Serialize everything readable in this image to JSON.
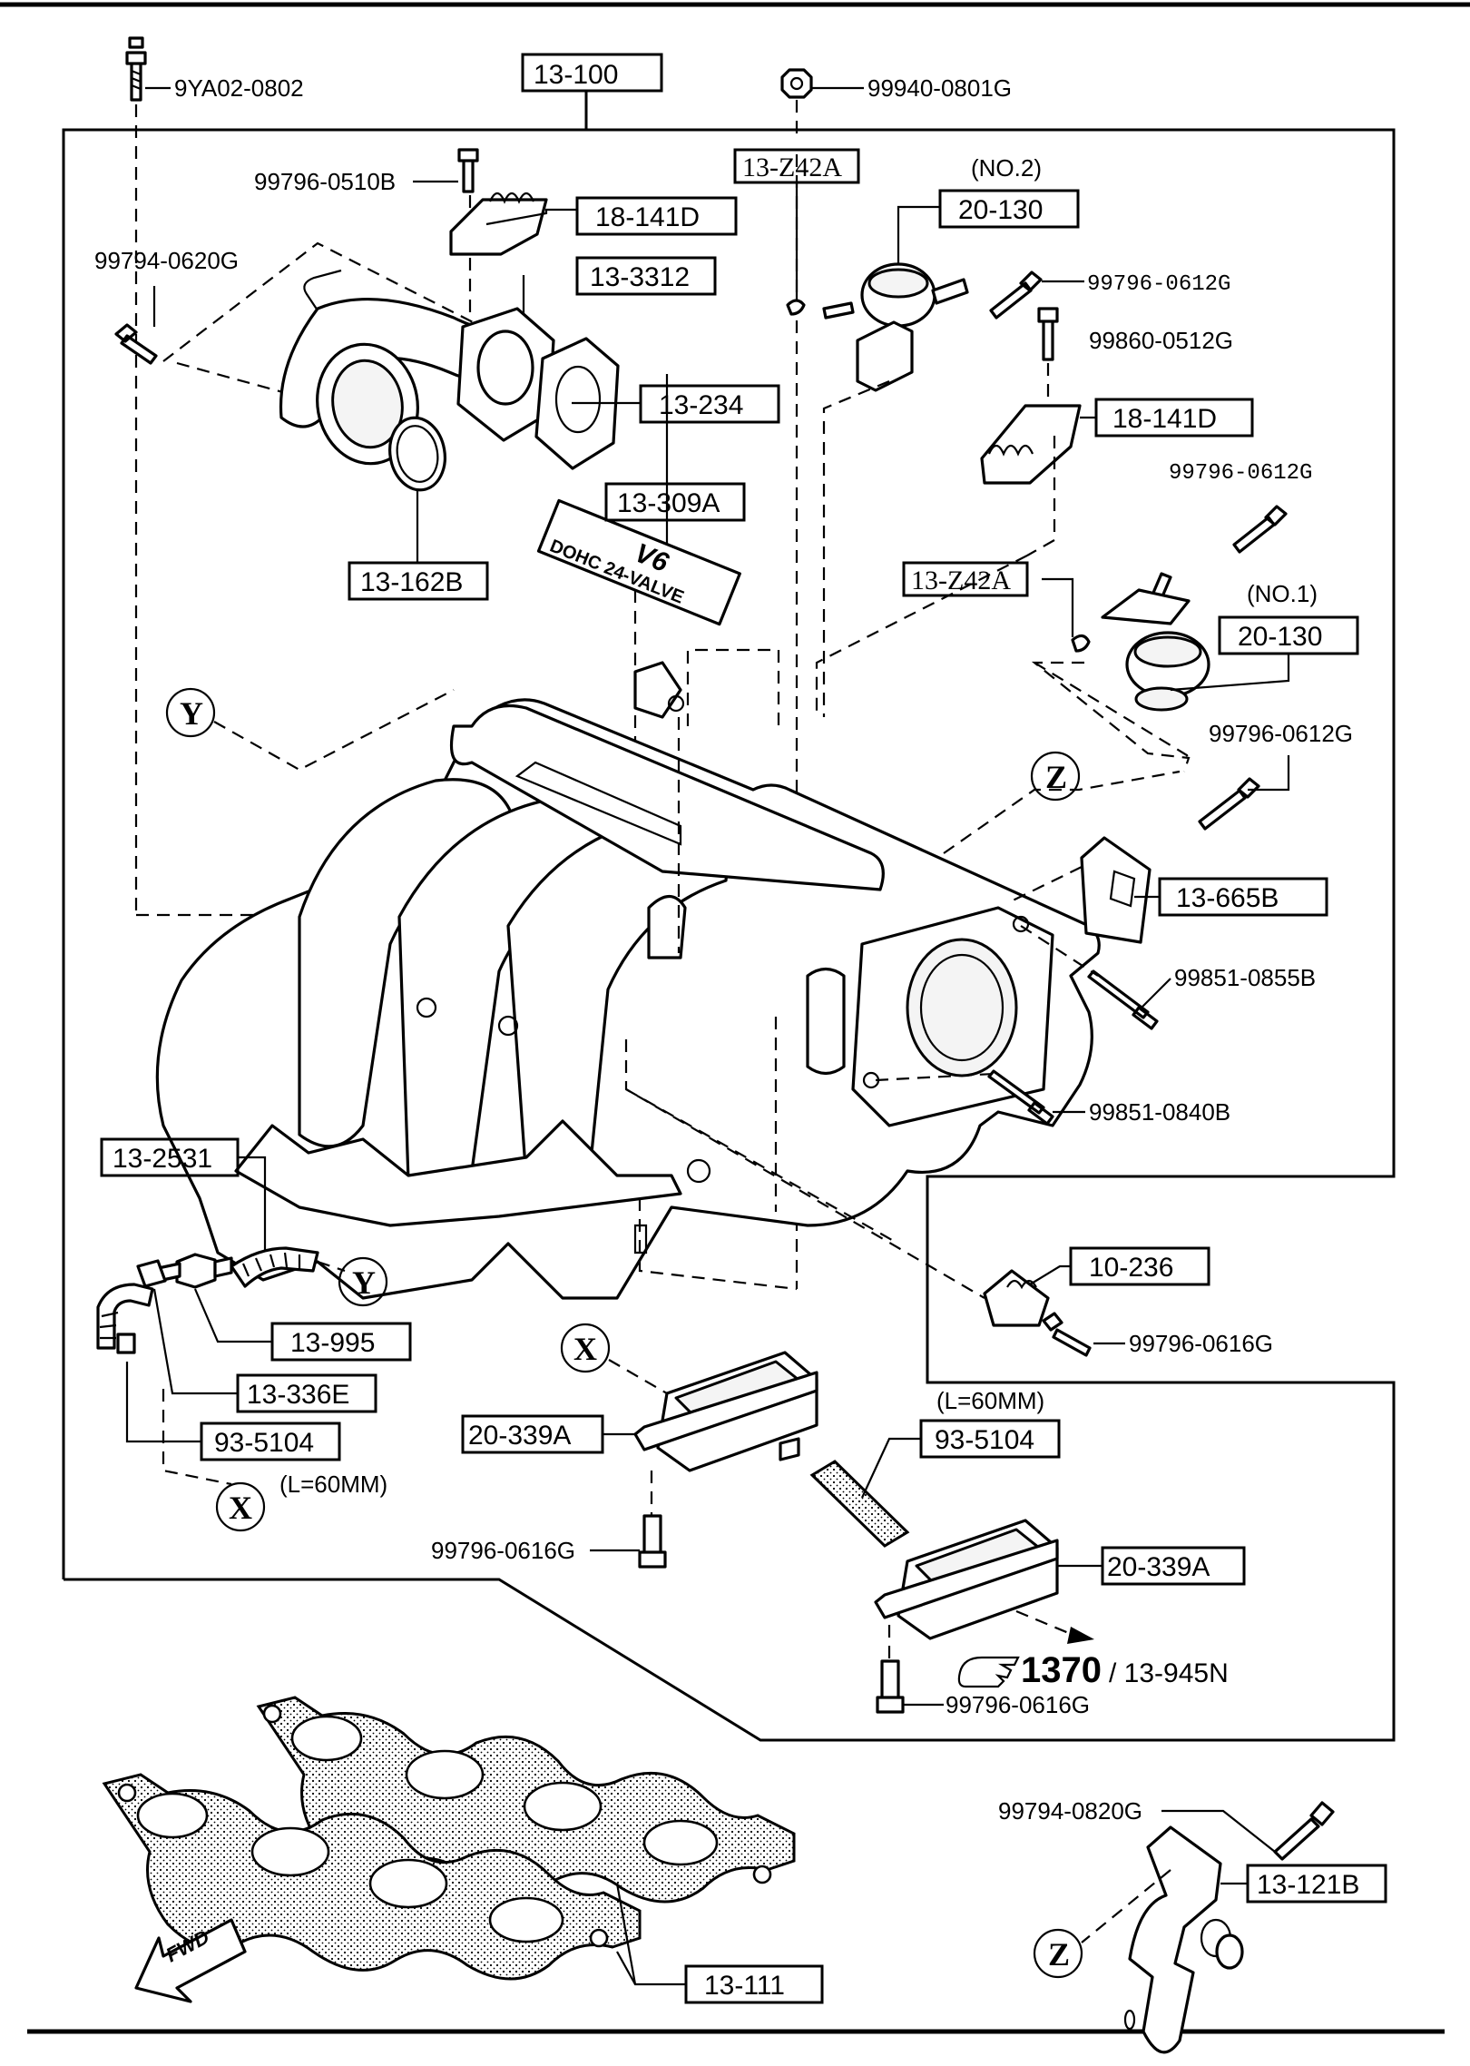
{
  "labels": {
    "assembly_main": "13-100",
    "bolt_9ya02": "9YA02-0802",
    "nut_99940": "99940-0801G",
    "clip_z42a_top": "13-Z42A",
    "no2": "(NO.2)",
    "actuator_no2": "20-130",
    "bolt_0510b": "99796-0510B",
    "bracket_141d_top": "18-141D",
    "bolt_0620g": "99794-0620G",
    "adapter_3312": "13-3312",
    "bolt_0612g_a": "99796-0612G",
    "bolt_0512g": "99860-0512G",
    "gasket_234": "13-234",
    "bracket_141d_right": "18-141D",
    "emblem_309a": "13-309A",
    "bolt_0612g_b": "99796-0612G",
    "oring_162b": "13-162B",
    "clip_z42a_mid": "13-Z42A",
    "no1": "(NO.1)",
    "actuator_no1": "20-130",
    "bolt_0612g_c": "99796-0612G",
    "bracket_665b": "13-665B",
    "stud_0855b": "99851-0855B",
    "stud_0840b": "99851-0840B",
    "hose_2531": "13-2531",
    "bracket_236": "10-236",
    "bolt_0616g_a": "99796-0616G",
    "valve_995": "13-995",
    "bracket_336e": "13-336E",
    "hose_5104_left": "93-5104",
    "len_left": "(L=60MM)",
    "len_right": "(L=60MM)",
    "chamber_339a_left": "20-339A",
    "hose_5104_right": "93-5104",
    "bolt_0616g_b": "99796-0616G",
    "chamber_339a_right": "20-339A",
    "ref_page": "1370",
    "ref_part": "/ 13-945N",
    "bolt_0616g_c": "99796-0616G",
    "bolt_0820g": "99794-0820G",
    "bracket_121b": "13-121B",
    "gasket_111": "13-111",
    "fwd": "FWD",
    "emblem_v6": "V6",
    "emblem_text": "DOHC 24-VALVE",
    "circle_y": "Y",
    "circle_z": "Z",
    "circle_x": "X"
  }
}
